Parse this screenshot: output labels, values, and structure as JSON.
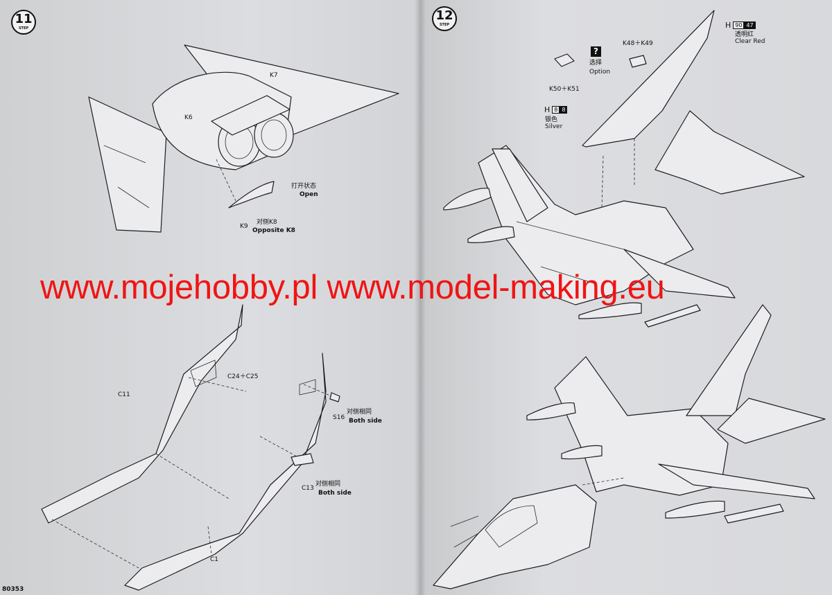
{
  "steps": {
    "step11": {
      "number": "11",
      "word": "STEP"
    },
    "step12": {
      "number": "12",
      "word": "STEP"
    }
  },
  "left_page": {
    "upper": {
      "part_k7": "K7",
      "part_k6": "K6",
      "open_cn": "打开状态",
      "open_en": "Open",
      "part_k9": "K9",
      "opposite_cn": "对侧K8",
      "opposite_en": "Opposite K8"
    },
    "lower": {
      "part_c11": "C11",
      "part_c24_c25": "C24＋C25",
      "part_s16": "S16",
      "s16_cn": "对侧相同",
      "s16_en": "Both side",
      "part_c13": "C13",
      "c13_cn": "对侧相同",
      "c13_en": "Both side",
      "part_c1": "C1"
    },
    "catalog_number": "80353"
  },
  "right_page": {
    "paint_clear_red": {
      "letter": "H",
      "code_a": "90",
      "code_b": "47",
      "name_cn": "透明红",
      "name_en": "Clear Red"
    },
    "paint_silver": {
      "letter": "H",
      "code_a": "8",
      "code_b": "8",
      "name_cn": "银色",
      "name_en": "Silver"
    },
    "option": {
      "icon": "?",
      "label_cn": "选择",
      "label_en": "Option"
    },
    "part_k48_k49": "K48＋K49",
    "part_k50_k51": "K50＋K51"
  },
  "watermark": "www.mojehobby.pl www.model-making.eu",
  "colors": {
    "watermark": "#f01414",
    "paper": "#dcdde0",
    "ink": "#111111"
  }
}
